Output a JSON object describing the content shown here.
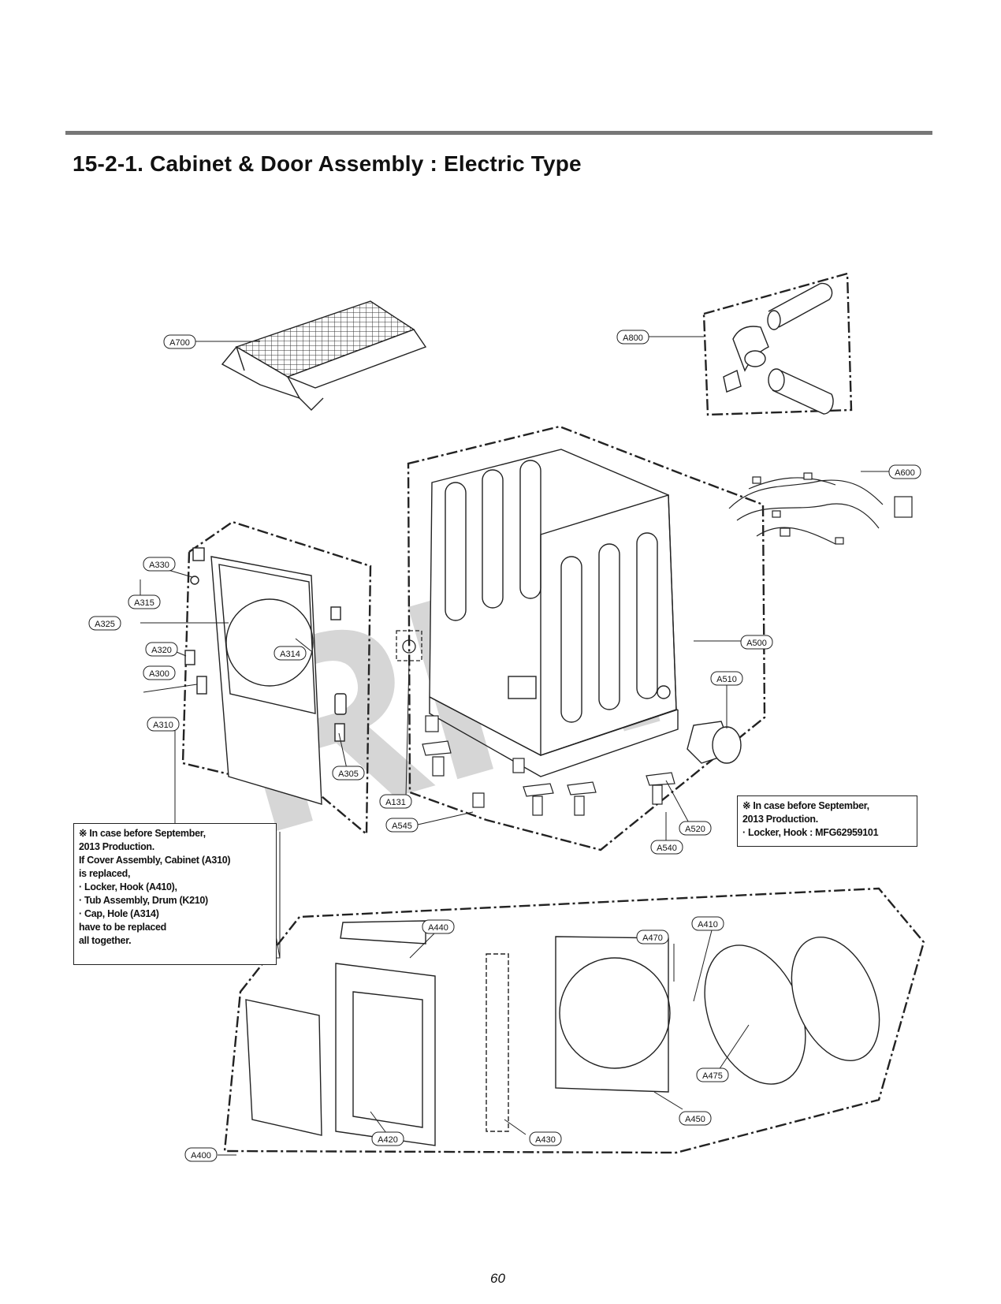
{
  "title": "15-2-1. Cabinet & Door Assembly : Electric Type",
  "page_number": "60",
  "watermark": "RPI",
  "callouts": [
    "A700",
    "A800",
    "A600",
    "A500",
    "A510",
    "A330",
    "A315",
    "A325",
    "A320",
    "A314",
    "A300",
    "A310",
    "A305",
    "A131",
    "A545",
    "A520",
    "A540",
    "A440",
    "A470",
    "A410",
    "A475",
    "A450",
    "A430",
    "A420",
    "A400"
  ],
  "notes": {
    "left": "※ In case before September,\n2013 Production.\nIf Cover Assembly, Cabinet (A310)\nis replaced,\n · Locker, Hook (A410),\n · Tub Assembly, Drum (K210)\n · Cap, Hole (A314)\nhave to be replaced\nall together.",
    "right": "※ In case before September,\n2013 Production.\n · Locker, Hook : MFG62959101"
  }
}
